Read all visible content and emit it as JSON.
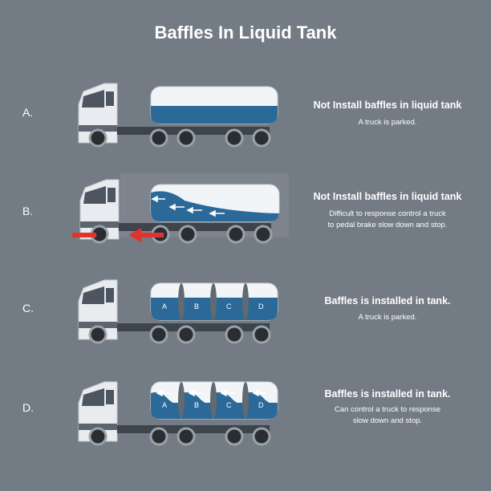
{
  "title": "Baffles In Liquid Tank",
  "colors": {
    "background": "#737b84",
    "liquid": "#2b6a98",
    "tank": "#f2f5f8",
    "arrow_red": "#e0332d"
  },
  "rows": [
    {
      "letter": "A.",
      "heading": "Not Install baffles in liquid tank",
      "desc_lines": [
        "A truck is parked."
      ],
      "baffles": false
    },
    {
      "letter": "B.",
      "heading": "Not Install baffles in liquid tank",
      "desc_lines": [
        "Difficult to response control a truck",
        "to pedal brake slow down and stop."
      ],
      "baffles": false
    },
    {
      "letter": "C.",
      "heading": "Baffles is installed in tank.",
      "desc_lines": [
        "A truck is parked."
      ],
      "baffles": true
    },
    {
      "letter": "D.",
      "heading": "Baffles is installed in tank.",
      "desc_lines": [
        "Can control a truck to response",
        "slow down and stop."
      ],
      "baffles": true
    }
  ],
  "compartments": [
    "A",
    "B",
    "C",
    "D"
  ],
  "icons": [
    "truck-icon",
    "left-arrow-icon",
    "brake-arrow-icon"
  ]
}
